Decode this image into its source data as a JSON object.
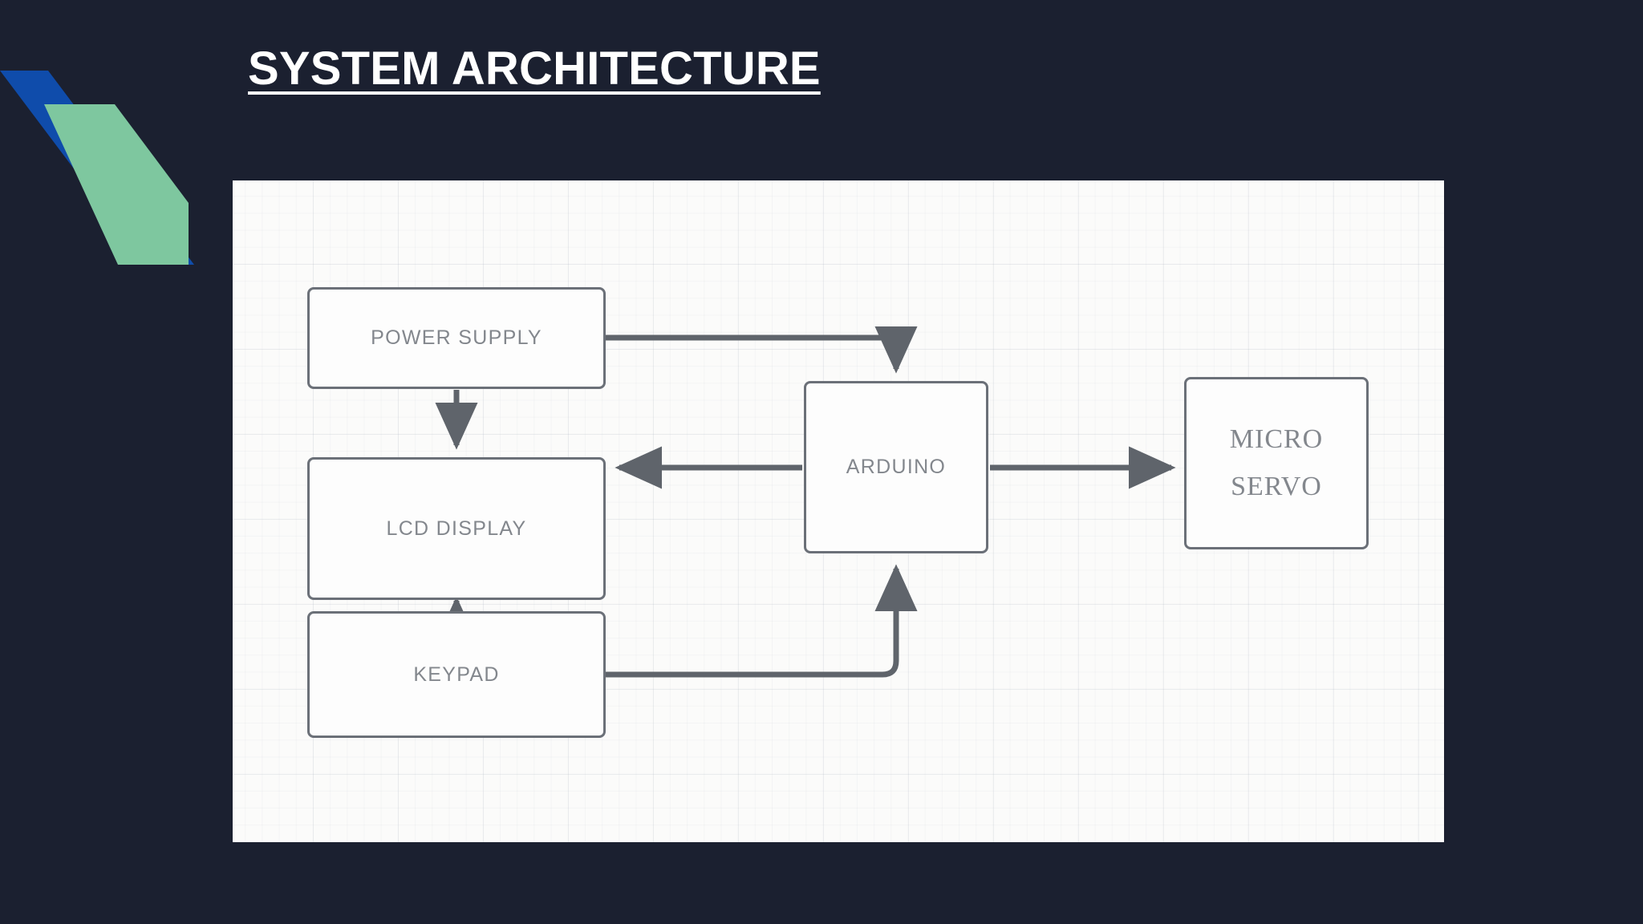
{
  "slide": {
    "background_color": "#1b2030",
    "title": "SYSTEM ARCHITECTURE",
    "title_color": "#ffffff"
  },
  "logo": {
    "name": "corner-logo-mark",
    "blue_color": "#0f4cab",
    "green_color": "#7ec79f"
  },
  "diagram": {
    "panel_background": "#fbfbfa",
    "grid_color": "#96a0af",
    "node_border_color": "#6b7078",
    "node_fill_color": "#fdfdfd",
    "connector_color": "#5f646b",
    "nodes": [
      {
        "id": "power",
        "label": "POWER SUPPLY",
        "font": "sans"
      },
      {
        "id": "lcd",
        "label": "LCD DISPLAY",
        "font": "sans"
      },
      {
        "id": "keypad",
        "label": "KEYPAD",
        "font": "sans"
      },
      {
        "id": "arduino",
        "label": "ARDUINO",
        "font": "sans"
      },
      {
        "id": "servo",
        "label": "MICRO\nSERVO",
        "font": "serif"
      }
    ],
    "connections": [
      {
        "from": "power",
        "to": "arduino",
        "style": "elbow-right-down",
        "arrowheads": "end"
      },
      {
        "from": "power",
        "to": "lcd",
        "style": "straight-down",
        "arrowheads": "end"
      },
      {
        "from": "arduino",
        "to": "lcd",
        "style": "straight-left",
        "arrowheads": "end"
      },
      {
        "from": "arduino",
        "to": "servo",
        "style": "straight-right",
        "arrowheads": "end"
      },
      {
        "from": "keypad",
        "to": "lcd",
        "style": "straight-up",
        "arrowheads": "end"
      },
      {
        "from": "keypad",
        "to": "arduino",
        "style": "elbow-right-up",
        "arrowheads": "end"
      }
    ]
  }
}
